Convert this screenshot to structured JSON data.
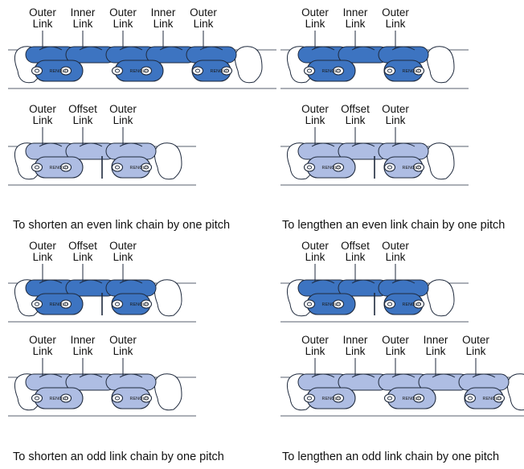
{
  "colors": {
    "dark": "#3d74c1",
    "light": "#aebde3",
    "white": "#ffffff",
    "outline": "#1f2a3d"
  },
  "brand_text": "RENOLD",
  "panels": [
    {
      "caption": "To shorten an even link chain by one pitch",
      "diagrams": [
        {
          "labels": [
            {
              "l1": "Outer",
              "l2": "Link"
            },
            {
              "l1": "Inner",
              "l2": "Link"
            },
            {
              "l1": "Outer",
              "l2": "Link"
            },
            {
              "l1": "Inner",
              "l2": "Link"
            },
            {
              "l1": "Outer",
              "l2": "Link"
            }
          ],
          "links": [
            "outer",
            "inner",
            "outer",
            "inner",
            "outer"
          ],
          "shade": "dark",
          "offset_at": -1
        },
        {
          "labels": [
            {
              "l1": "Outer",
              "l2": "Link"
            },
            {
              "l1": "Offset",
              "l2": "Link"
            },
            {
              "l1": "Outer",
              "l2": "Link"
            }
          ],
          "links": [
            "outer",
            "offset",
            "outer"
          ],
          "shade": "light",
          "offset_at": 1
        }
      ]
    },
    {
      "caption": "To lengthen an even link chain by one pitch",
      "diagrams": [
        {
          "labels": [
            {
              "l1": "Outer",
              "l2": "Link"
            },
            {
              "l1": "Inner",
              "l2": "Link"
            },
            {
              "l1": "Outer",
              "l2": "Link"
            }
          ],
          "links": [
            "outer",
            "inner",
            "outer"
          ],
          "shade": "dark",
          "offset_at": -1
        },
        {
          "labels": [
            {
              "l1": "Outer",
              "l2": "Link"
            },
            {
              "l1": "Offset",
              "l2": "Link"
            },
            {
              "l1": "Outer",
              "l2": "Link"
            }
          ],
          "links": [
            "outer",
            "offset",
            "outer"
          ],
          "shade": "light",
          "offset_at": 1
        }
      ]
    },
    {
      "caption": "To shorten an odd link chain by one pitch",
      "diagrams": [
        {
          "labels": [
            {
              "l1": "Outer",
              "l2": "Link"
            },
            {
              "l1": "Offset",
              "l2": "Link"
            },
            {
              "l1": "Outer",
              "l2": "Link"
            }
          ],
          "links": [
            "outer",
            "offset",
            "outer"
          ],
          "shade": "dark",
          "offset_at": 1
        },
        {
          "labels": [
            {
              "l1": "Outer",
              "l2": "Link"
            },
            {
              "l1": "Inner",
              "l2": "Link"
            },
            {
              "l1": "Outer",
              "l2": "Link"
            }
          ],
          "links": [
            "outer",
            "inner",
            "outer"
          ],
          "shade": "light",
          "offset_at": -1
        }
      ]
    },
    {
      "caption": "To lengthen an odd link chain by one pitch",
      "diagrams": [
        {
          "labels": [
            {
              "l1": "Outer",
              "l2": "Link"
            },
            {
              "l1": "Offset",
              "l2": "Link"
            },
            {
              "l1": "Outer",
              "l2": "Link"
            }
          ],
          "links": [
            "outer",
            "offset",
            "outer"
          ],
          "shade": "dark",
          "offset_at": 1
        },
        {
          "labels": [
            {
              "l1": "Outer",
              "l2": "Link"
            },
            {
              "l1": "Inner",
              "l2": "Link"
            },
            {
              "l1": "Outer",
              "l2": "Link"
            },
            {
              "l1": "Inner",
              "l2": "Link"
            },
            {
              "l1": "Outer",
              "l2": "Link"
            }
          ],
          "links": [
            "outer",
            "inner",
            "outer",
            "inner",
            "outer"
          ],
          "shade": "light",
          "offset_at": -1
        }
      ]
    }
  ]
}
